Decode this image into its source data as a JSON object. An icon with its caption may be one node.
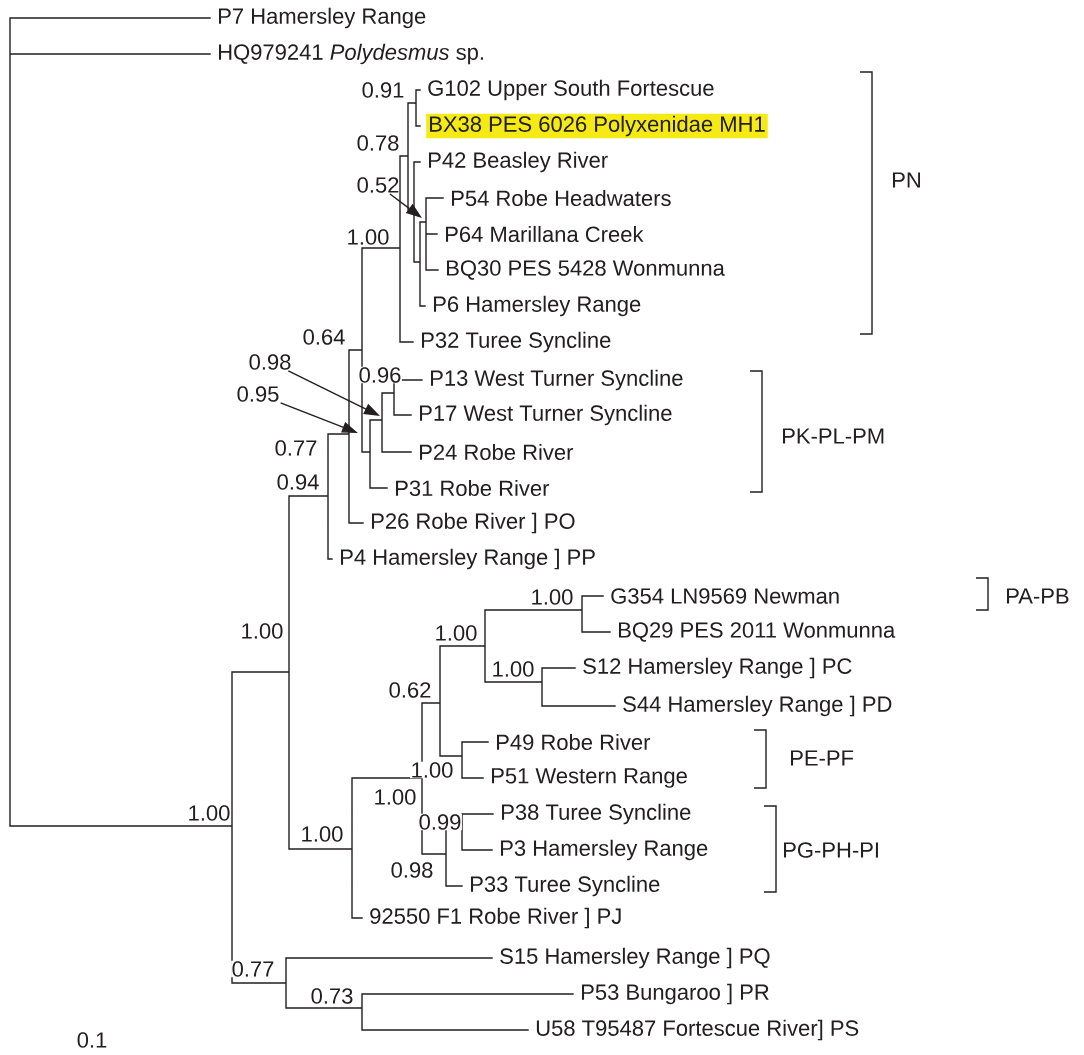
{
  "diagram": {
    "nodes": [
      {
        "text": [
          "0.52"
        ]
      },
      {
        "text": [
          "0.98"
        ]
      },
      {
        "text": [
          "0.95"
        ]
      }
    ],
    "edges": [
      {
        "from": 0,
        "to": null,
        "arrow": "to"
      },
      {
        "from": 1,
        "to": null,
        "arrow": "to"
      },
      {
        "from": 2,
        "to": null,
        "arrow": "to"
      }
    ],
    "labels": [
      "P7 Hamersley Range",
      "HQ979241 *Polydesmus* sp.",
      "0.91",
      "G102 Upper  South Fortescue",
      "BX38 PES 6026 Polyxenidae MH1",
      "0.78",
      "P42 Beasley River",
      "P54 Robe Headwaters",
      "PN",
      "1.00",
      "P64 Marillana Creek",
      "BQ30 PES 5428 Wonmunna",
      "P6 Hamersley Range",
      "0.64",
      "P32 Turee Syncline",
      "0.96",
      "P13 West Turner Syncline",
      "P17 West Turner Syncline",
      "0.77",
      "PK-PL-PM",
      "P24 Robe River",
      "0.94",
      "P31 Robe River",
      "P26 Robe River ] PO",
      "P4 Hamersley Range ] PP",
      "1.00",
      "G354 LN9569 Newman",
      "PA-PB",
      "1.00",
      "1.00",
      "BQ29 PES 2011 Wonmunna",
      "1.00",
      "S12 Hamersley Range ] PC",
      "0.62",
      "S44 Hamersley Range ] PD",
      "P49 Robe River",
      "PE-PF",
      "1.00",
      "P51 Western Range",
      "1.00",
      "1.00",
      "0.99",
      "P38 Turee Syncline",
      "1.00",
      "P3 Hamersley Range",
      "PG-PH-PI",
      "0.98",
      "P33 Turee Syncline",
      "92550 F1 Robe River ] PJ",
      "S15 Hamersley Range ] PQ",
      "0.77",
      "0.73",
      "P53 Bungaroo ] PR",
      "U58 T95487 Fortescue River] PS",
      "0.1"
    ]
  }
}
